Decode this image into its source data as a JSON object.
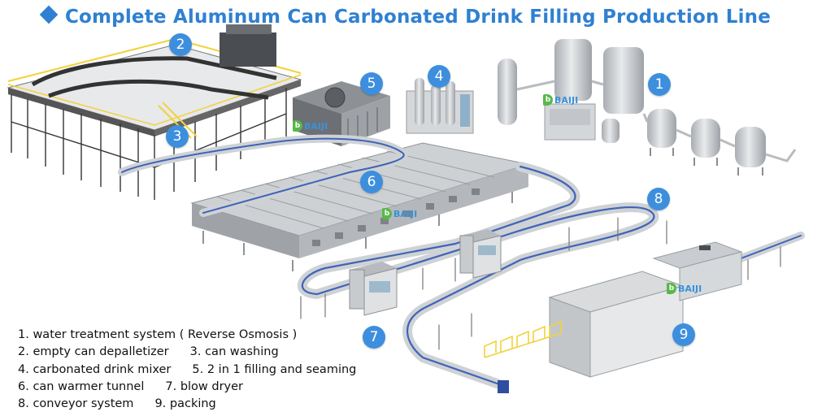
{
  "title": "Complete Aluminum Can Carbonated Drink Filling Production Line",
  "badges": [
    "1",
    "2",
    "3",
    "4",
    "5",
    "6",
    "7",
    "8",
    "9"
  ],
  "legend": {
    "line1": "1. water treatment system ( Reverse Osmosis )",
    "line2a": "2. empty can depalletizer",
    "line2b": "3. can washing",
    "line3a": "4. carbonated drink mixer",
    "line3b": "5. 2 in 1 filling and seaming",
    "line4a": "6. can warmer tunnel",
    "line4b": "7. blow dryer",
    "line5a": "8. conveyor system",
    "line5b": "9. packing"
  },
  "brand": {
    "logo_letter": "b",
    "logo_text": "BAIJI"
  },
  "colors": {
    "accent": "#2f80d1",
    "badge": "#3d8fde",
    "conveyor_blue": "#3f63b8",
    "steel": "#c9ccd0",
    "rail_yellow": "#f2d23b",
    "logo_green": "#58b84a"
  }
}
